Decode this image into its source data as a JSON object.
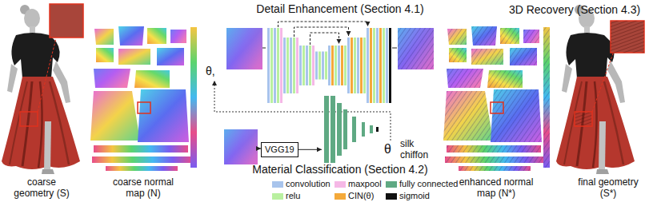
{
  "diagram": {
    "nodes": [
      {
        "text": [
          "VGG19"
        ]
      }
    ],
    "labels": [
      "Detail Enhancement (Section 4.1)",
      "3D Recovery (Section 4.3)",
      "θ,",
      "θ",
      "silk chiffon",
      "Material Classification (Section 4.2)",
      "coarse geometry (S)",
      "coarse normal map (N)",
      "enhanced normal map (N*)",
      "final geometry (S*)"
    ],
    "legend": [
      {
        "text": "convolution",
        "color": "#a8c4ec"
      },
      {
        "text": "relu",
        "color": "#b9f0a0"
      },
      {
        "text": "maxpool",
        "color": "#f5b8e6"
      },
      {
        "text": "CIN(θ)",
        "color": "#f4a93a"
      },
      {
        "text": "fully connected",
        "color": "#5fa983"
      },
      {
        "text": "sigmoid",
        "color": "#111111"
      }
    ]
  }
}
